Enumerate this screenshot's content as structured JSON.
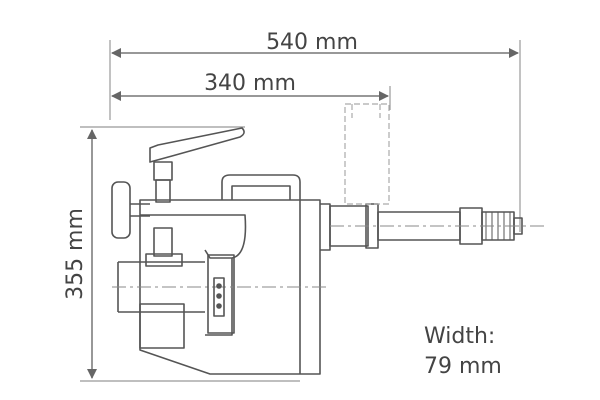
{
  "dimensions": {
    "overall_length": "540 mm",
    "body_length": "340 mm",
    "height": "355 mm"
  },
  "width_note": {
    "label": "Width:",
    "value": "79 mm"
  },
  "colors": {
    "line": "#555555",
    "dim_line": "#777777",
    "text": "#444444"
  }
}
